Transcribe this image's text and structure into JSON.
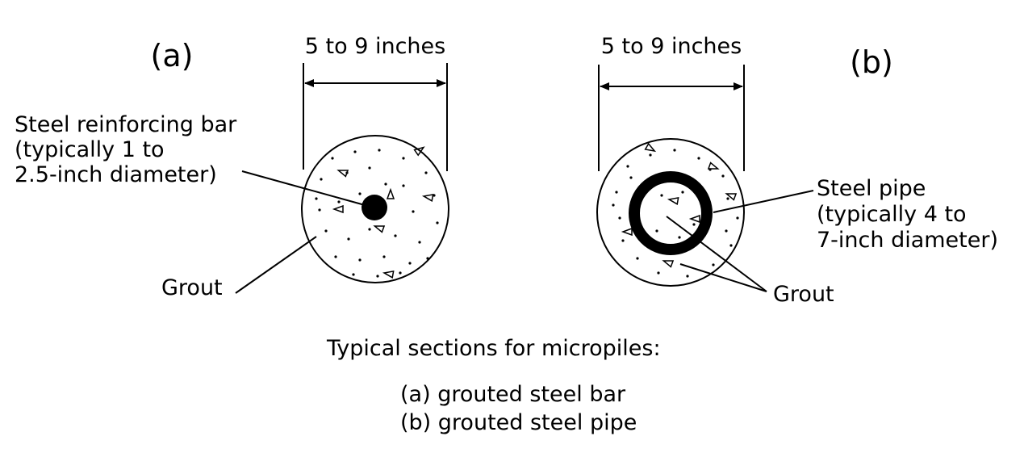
{
  "panel_a": {
    "tag": "(a)",
    "dimension": "5 to 9 inches",
    "bar_label": [
      "Steel reinforcing bar",
      "(typically 1 to",
      "2.5-inch diameter)"
    ],
    "grout_label": "Grout"
  },
  "panel_b": {
    "tag": "(b)",
    "dimension": "5 to 9 inches",
    "pipe_label": [
      "Steel pipe",
      "(typically 4 to",
      "7-inch diameter)"
    ],
    "grout_label": "Grout"
  },
  "caption": {
    "title": "Typical sections for micropiles:",
    "line_a": "(a) grouted steel bar",
    "line_b": "(b) grouted steel pipe"
  }
}
